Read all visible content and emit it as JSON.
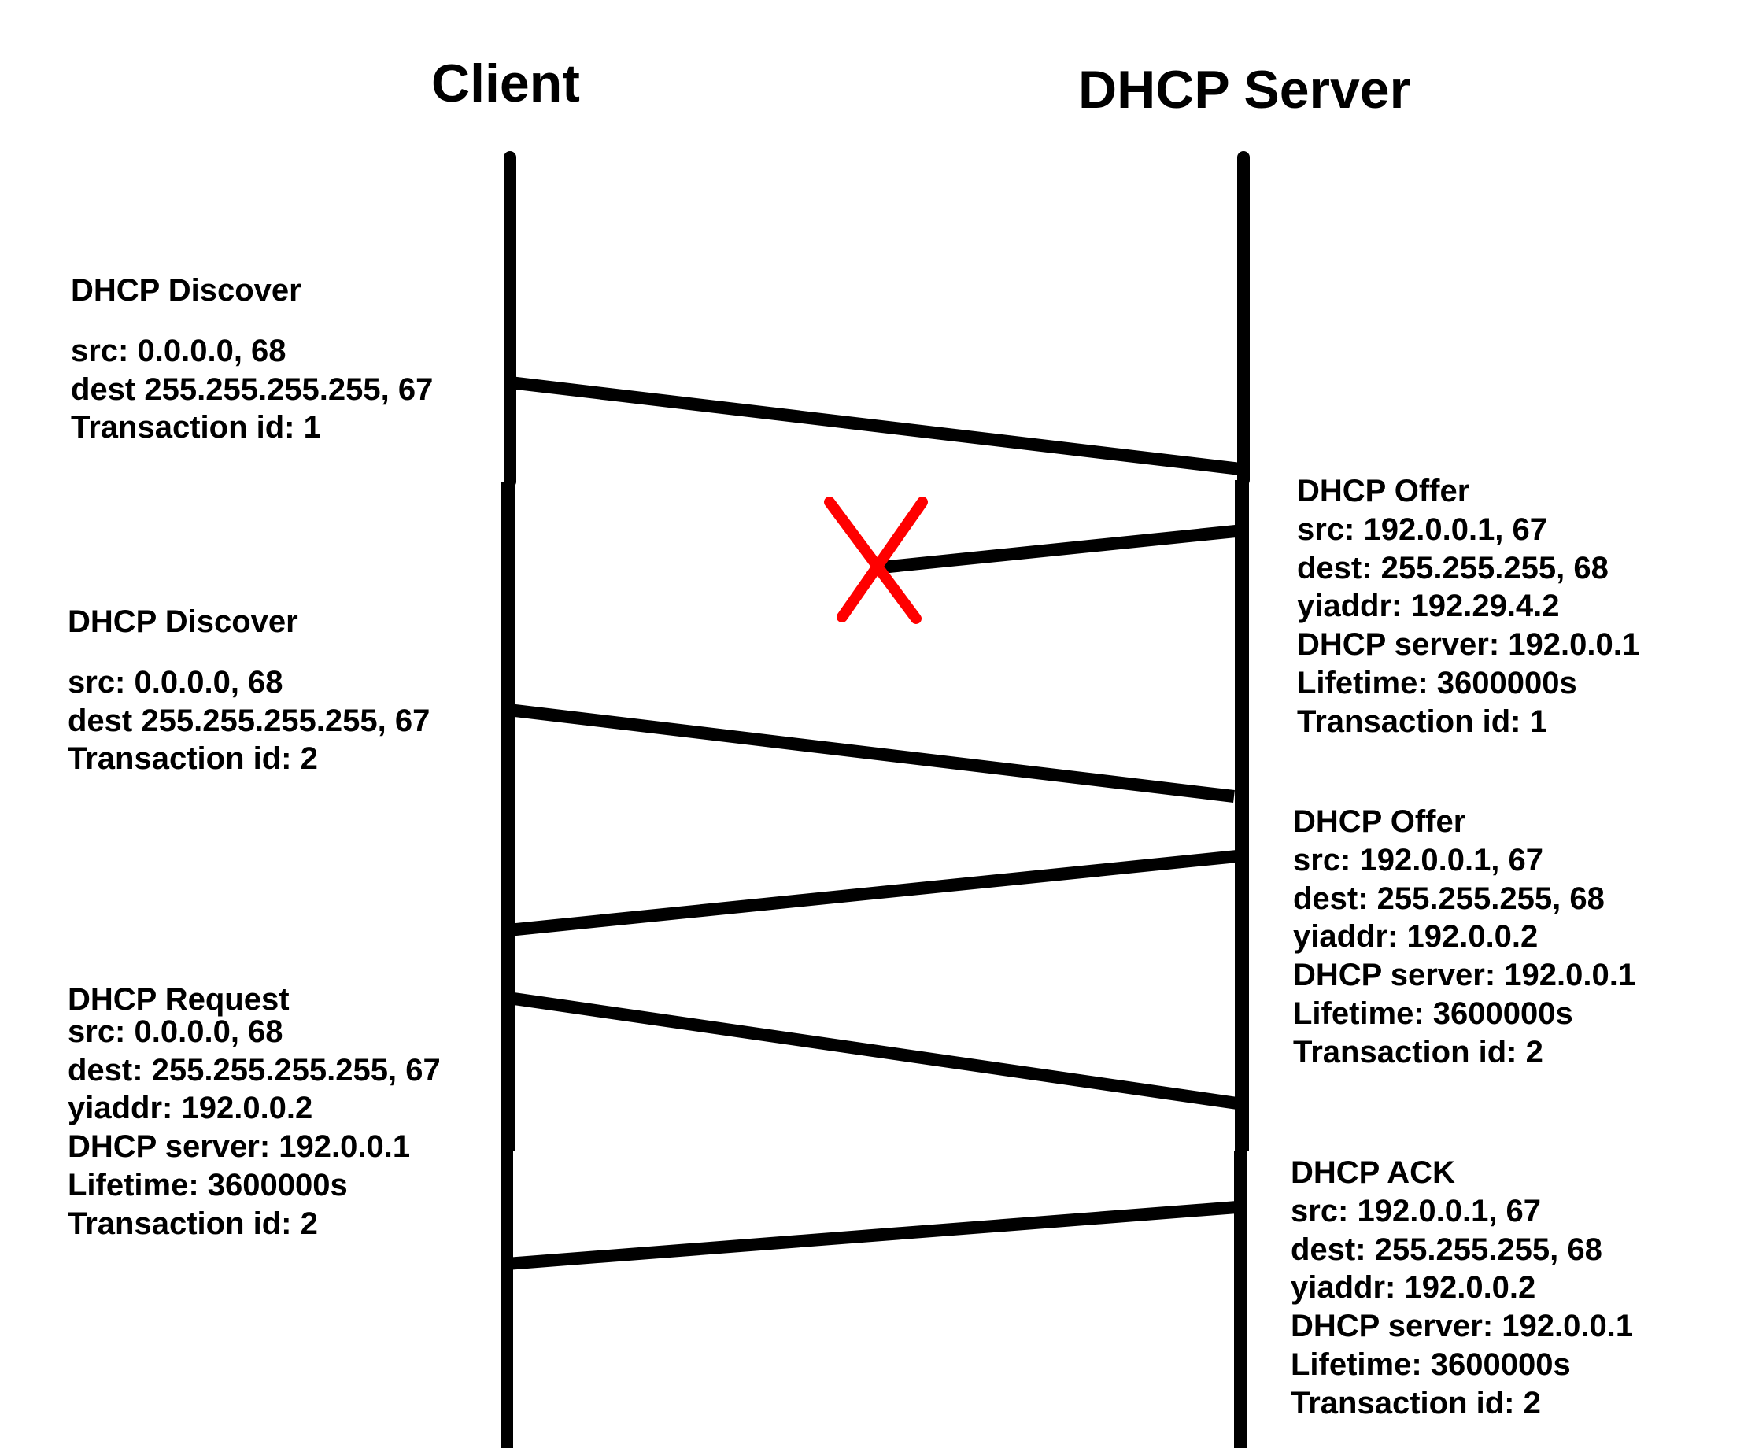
{
  "parties": {
    "client": "Client",
    "server": "DHCP Server"
  },
  "colors": {
    "line": "#000000",
    "lost_marker": "#ff0000",
    "background": "#ffffff"
  },
  "messages": {
    "discover_1": {
      "name": "DHCP Discover",
      "lines": [
        "src: 0.0.0.0, 68",
        "dest 255.255.255.255, 67",
        "Transaction id: 1"
      ]
    },
    "offer_1": {
      "name": "DHCP Offer",
      "lines": [
        "src: 192.0.0.1, 67",
        "dest: 255.255.255, 68",
        "yiaddr: 192.29.4.2",
        "DHCP server: 192.0.0.1",
        "Lifetime: 3600000s",
        "Transaction id: 1"
      ],
      "lost": true
    },
    "discover_2": {
      "name": "DHCP Discover",
      "lines": [
        "src: 0.0.0.0, 68",
        "dest 255.255.255.255, 67",
        "Transaction id: 2"
      ]
    },
    "offer_2": {
      "name": "DHCP Offer",
      "lines": [
        "src: 192.0.0.1, 67",
        "dest: 255.255.255, 68",
        "yiaddr: 192.0.0.2",
        "DHCP server: 192.0.0.1",
        "Lifetime: 3600000s",
        "Transaction id: 2"
      ]
    },
    "request": {
      "name": "DHCP Request",
      "lines": [
        "src: 0.0.0.0, 68",
        "dest: 255.255.255.255, 67",
        "yiaddr: 192.0.0.2",
        "DHCP server: 192.0.0.1",
        "Lifetime: 3600000s",
        "Transaction id: 2"
      ]
    },
    "ack": {
      "name": "DHCP ACK",
      "lines": [
        "src: 192.0.0.1, 67",
        "dest: 255.255.255, 68",
        "yiaddr: 192.0.0.2",
        "DHCP server: 192.0.0.1",
        "Lifetime: 3600000s",
        "Transaction id: 2"
      ]
    }
  }
}
